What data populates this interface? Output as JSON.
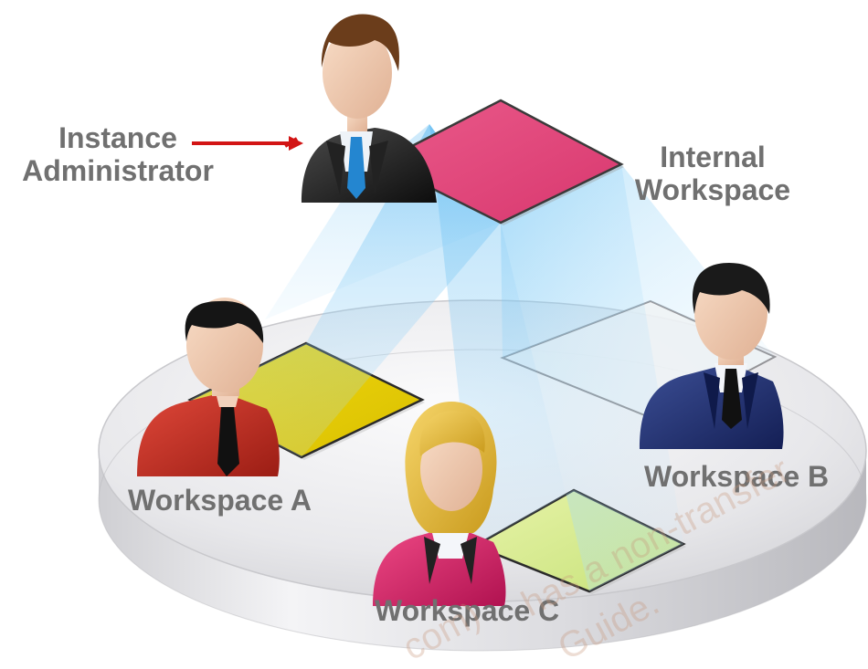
{
  "labels": {
    "instance_administrator": [
      "Instance",
      "Administrator"
    ],
    "internal_workspace": [
      "Internal",
      "Workspace"
    ],
    "workspace_a": "Workspace A",
    "workspace_b": "Workspace B",
    "workspace_c": "Workspace C"
  },
  "watermark": {
    "line1": "has a non-transfer",
    "line2": "Guide.",
    "line3": "com)"
  },
  "colors": {
    "internal_workspace": "#e3457a",
    "workspace_a": "#e8cc00",
    "workspace_b": "#e6eef3",
    "workspace_c": "#d9ec8a",
    "beam": "#7cc6f2",
    "arrow": "#d21414",
    "platform": "#e4e4e6",
    "label_text": "#707070"
  },
  "icons": {
    "instance_administrator": "businessman-black-suit-icon",
    "workspace_a": "user-red-shirt-icon",
    "workspace_b": "user-navy-suit-icon",
    "workspace_c": "user-female-pink-icon"
  }
}
